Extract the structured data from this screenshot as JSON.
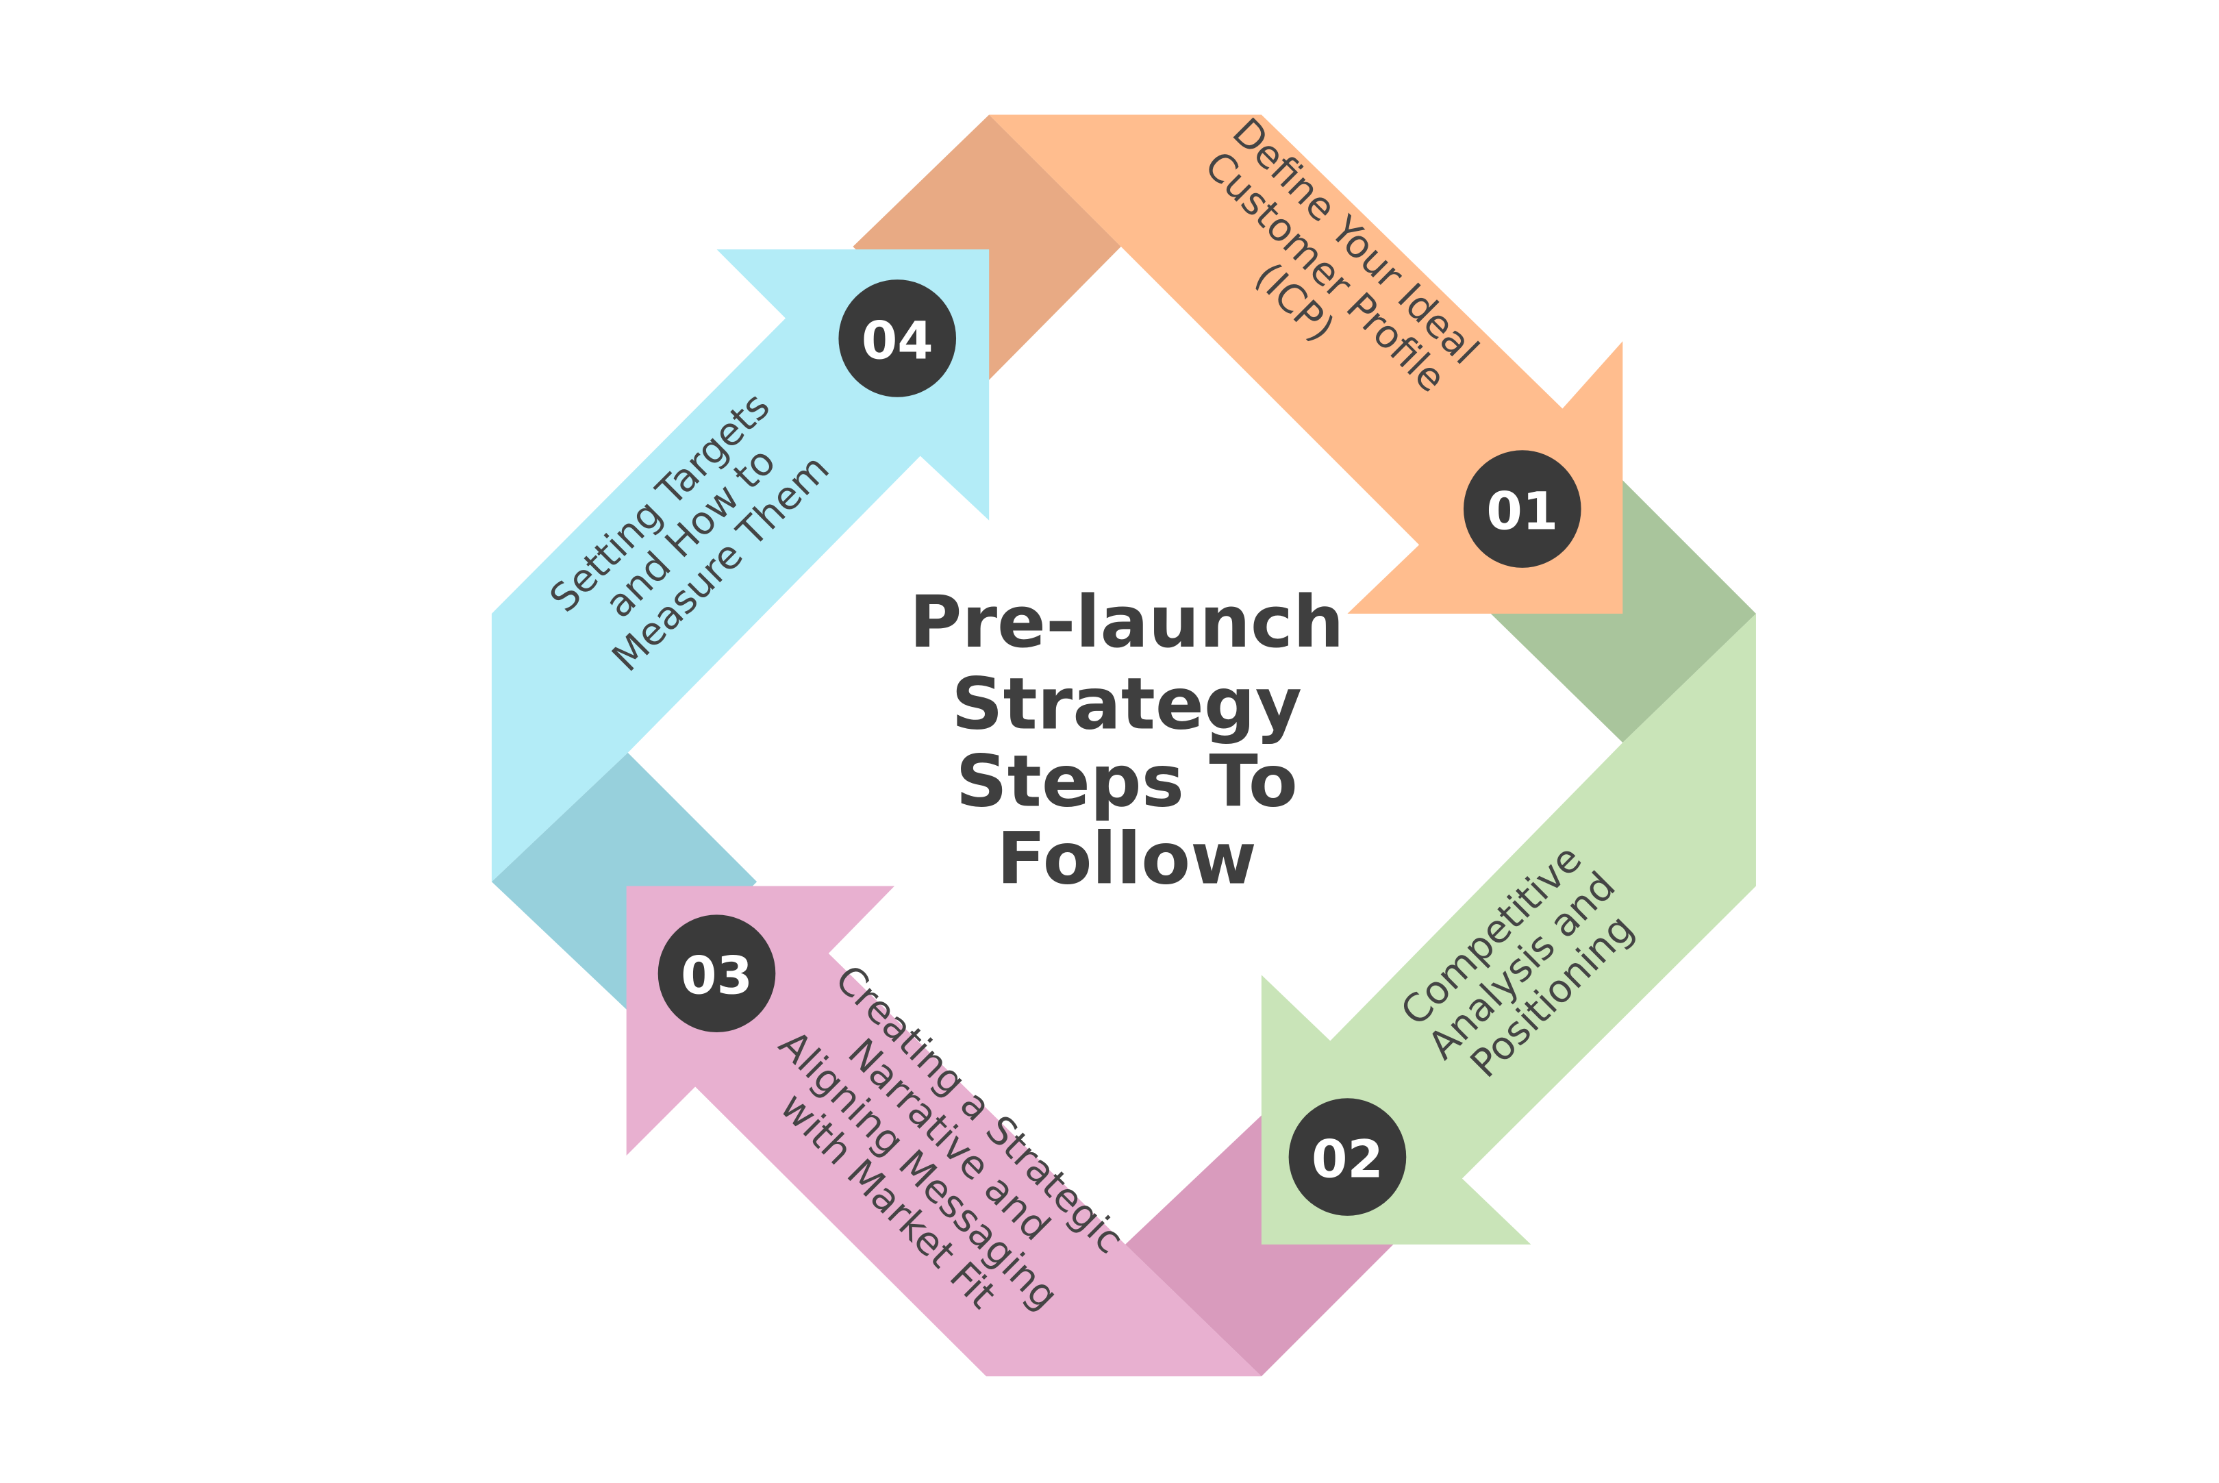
{
  "diagram": {
    "title_lines": [
      "Pre-launch",
      "Strategy",
      "Steps To",
      "Follow"
    ],
    "steps": [
      {
        "number": "01",
        "lines": [
          "Define Your Ideal",
          "Customer Profile",
          "(ICP)"
        ]
      },
      {
        "number": "02",
        "lines": [
          "Competitive",
          "Analysis and",
          "Positioning"
        ]
      },
      {
        "number": "03",
        "lines": [
          "Creating a Strategic",
          "Narrative and",
          "Aligning Messaging",
          "with Market Fit"
        ]
      },
      {
        "number": "04",
        "lines": [
          "Setting Targets",
          "and How to",
          "Measure Them"
        ]
      }
    ],
    "colors": {
      "orange": "#ffbd8e",
      "orange_fold": "#e8aa84",
      "green": "#c9e4b8",
      "green_fold": "#a9c59c",
      "pink": "#e8b0d0",
      "pink_fold": "#d99bbd",
      "cyan": "#b3ecf7",
      "cyan_fold": "#97d0dc",
      "badge": "#3a3a3a",
      "text": "#444444",
      "title": "#3f3f3f",
      "background": "#ffffff"
    }
  }
}
